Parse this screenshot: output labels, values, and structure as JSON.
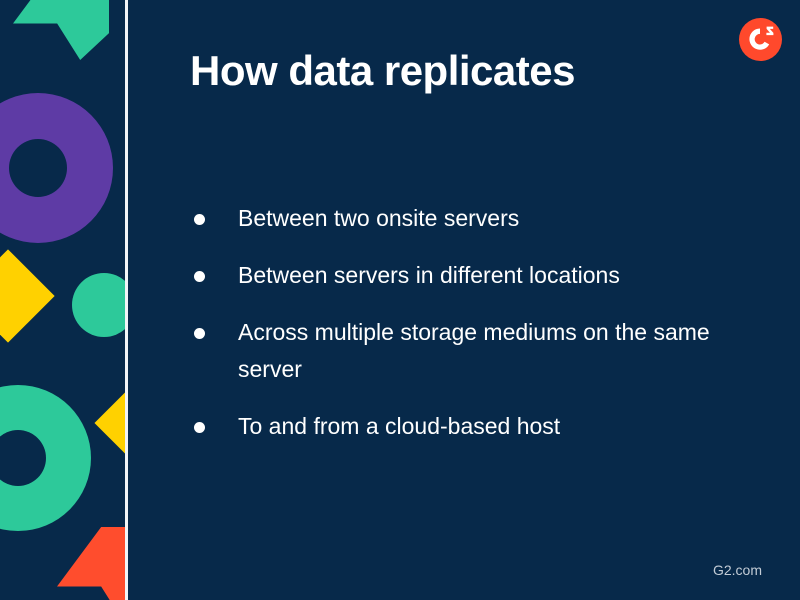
{
  "slide": {
    "title": "How data replicates",
    "footer": "G2.com",
    "bullets": [
      {
        "text": "Between two onsite servers"
      },
      {
        "text": "Between servers in different locations"
      },
      {
        "text": "Across multiple storage mediums on the same server"
      },
      {
        "text": "To and from a cloud-based host"
      }
    ]
  },
  "logo": {
    "name": "g2-logo",
    "letter": "G",
    "superscript": "2"
  },
  "colors": {
    "background": "#07294a",
    "divider": "#f2f5f8",
    "text": "#ffffff",
    "footer_text": "#c3ccd6",
    "logo_bg": "#ff492c",
    "teal": "#2dc99a",
    "purple": "#5e3ba5",
    "yellow": "#ffd100",
    "red": "#ff4d2d"
  },
  "decorations": [
    {
      "name": "green-arrow-shape"
    },
    {
      "name": "purple-donut-shape"
    },
    {
      "name": "yellow-diamond-shape"
    },
    {
      "name": "teal-circle-shape"
    },
    {
      "name": "teal-donut-shape"
    },
    {
      "name": "yellow-diamond-shape"
    },
    {
      "name": "red-arrow-shape"
    }
  ]
}
